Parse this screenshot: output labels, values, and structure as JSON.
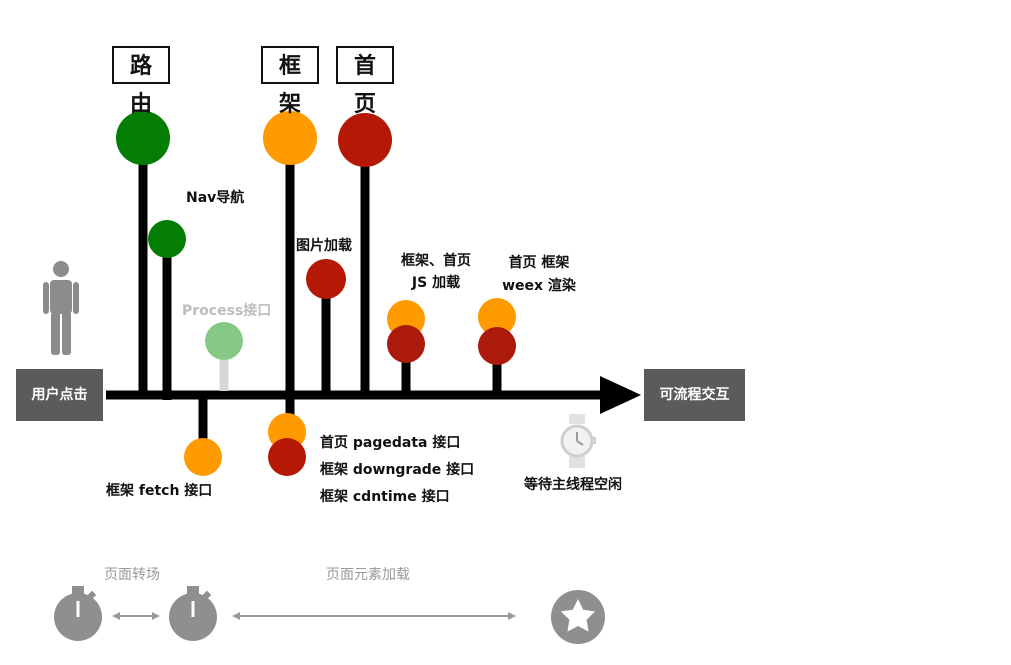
{
  "start_label": "用户点击",
  "end_label": "可流程交互",
  "phase_boxes": {
    "route": "路由",
    "framework": "框架",
    "home": "首页"
  },
  "events": {
    "nav": "Nav导航",
    "process": "Process接口",
    "image_load": "图片加载",
    "js_load_line1": "框架、首页",
    "js_load_line2": "JS 加载",
    "weex_line1": "首页 框架",
    "weex_line2": "weex 渲染",
    "fetch": "框架 fetch 接口",
    "api_line1": "首页 pagedata 接口",
    "api_line2": "框架 downgrade 接口",
    "api_line3": "框架 cdntime 接口",
    "idle": "等待主线程空闲"
  },
  "bottom": {
    "transition": "页面转场",
    "element_load": "页面元素加载"
  },
  "colors": {
    "green": "#047d04",
    "light_green": "#86c986",
    "orange": "#ff9a00",
    "red": "#b51905",
    "dark_red": "#ab1a0a",
    "line": "#000000",
    "box": "#5b5b5b"
  },
  "icons": {
    "person": "person-icon",
    "watch": "watch-icon",
    "stopwatch": "stopwatch-icon",
    "star": "star-icon"
  }
}
